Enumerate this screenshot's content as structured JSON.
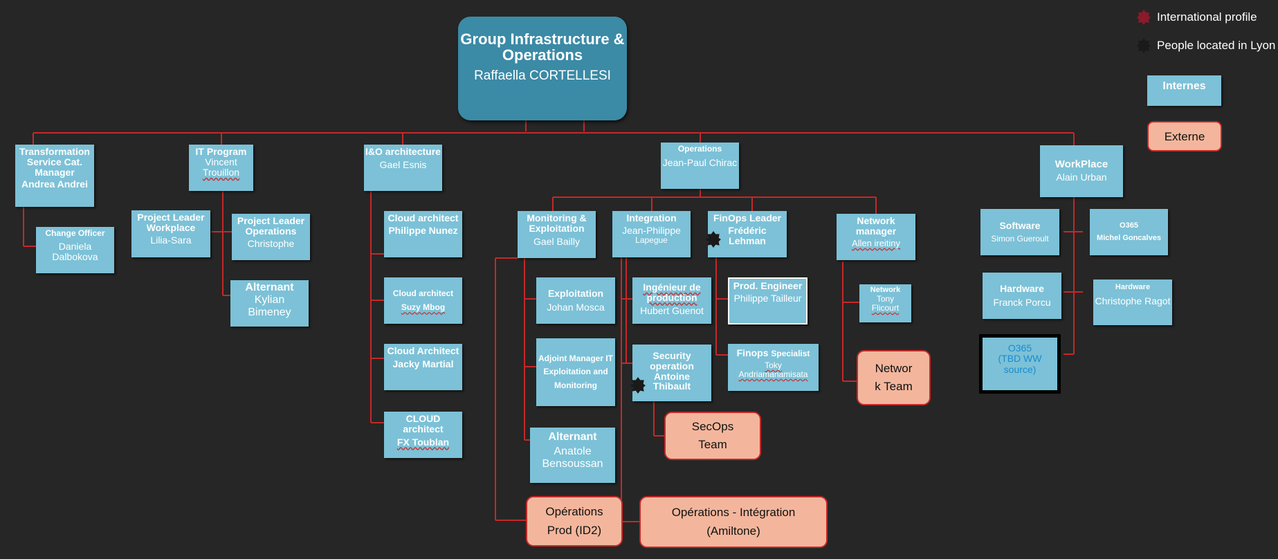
{
  "colors": {
    "background": "#262626",
    "internal": "#7cc1d7",
    "root": "#3b8aa6",
    "external": "#f3b69c",
    "line": "#c62828"
  },
  "legend": {
    "international": "International profile",
    "lyon": "People located in Lyon",
    "internes": "Internes",
    "externe": "Externe"
  },
  "root": {
    "title": "Group Infrastructure & Operations",
    "person": "Raffaella  CORTELLESI"
  },
  "nodes": {
    "transfo": {
      "title": "Transformation Service Cat. Manager",
      "person": "Andrea Andrei"
    },
    "change": {
      "title": "Change Officer",
      "person": "Daniela Dalbokova"
    },
    "itprog": {
      "title": "IT Program",
      "person1": "Vincent",
      "person2": "Trouillon"
    },
    "plw": {
      "title": "Project Leader Workplace",
      "person": "Lilia-Sara"
    },
    "plo": {
      "title": "Project Leader Operations",
      "person": "Christophe"
    },
    "alt1": {
      "title": "Alternant",
      "person": "Kylian Bimeney"
    },
    "io": {
      "title": "I&O architecture",
      "person": "Gael Esnis"
    },
    "cloud1": {
      "title": "Cloud architect",
      "person": "Philippe Nunez"
    },
    "cloud2": {
      "title": "Cloud architect",
      "person": "Suzy Mbog"
    },
    "cloud3": {
      "title": "Cloud Architect",
      "person": "Jacky Martial"
    },
    "cloud4": {
      "title": "CLOUD architect",
      "person": "FX Toublan"
    },
    "ops": {
      "title": "Operations",
      "person": "Jean-Paul Chirac"
    },
    "mon": {
      "title": "Monitoring & Exploitation",
      "person": "Gael Bailly"
    },
    "exploit": {
      "title": "Exploitation",
      "person": "Johan  Mosca"
    },
    "adjoint": {
      "title": "Adjoint Manager IT Exploitation and Monitoring"
    },
    "alt2": {
      "title": "Alternant",
      "person": "Anatole Bensoussan"
    },
    "integ": {
      "title": "Integration",
      "person1": "Jean-Philippe",
      "person2": "Lapegue"
    },
    "ingprod": {
      "title": "Ingénieur de production",
      "person": "Hubert Guenot"
    },
    "secop": {
      "title": "Security operation",
      "person": "Antoine Thibault"
    },
    "finops": {
      "title": "FinOps Leader",
      "person": "Frédéric Lehman"
    },
    "prodeng": {
      "title": "Prod. Engineer",
      "person": "Philippe Tailleur"
    },
    "finspec": {
      "title_a": "Finops",
      "title_b": "Specialist",
      "person1": "Toky",
      "person2": "Andriamanamisata"
    },
    "netmgr": {
      "title": "Network manager",
      "person": "Allen ireitiny"
    },
    "network": {
      "title": "Network",
      "person1": "Tony",
      "person2": "Flicourt"
    },
    "workplace": {
      "title": "WorkPlace",
      "person": "Alain Urban"
    },
    "software": {
      "title": "Software",
      "person": "Simon Gueroult"
    },
    "o365a": {
      "title": "O365",
      "person": "Michel Goncalves"
    },
    "hardware1": {
      "title": "Hardware",
      "person": "Franck Porcu"
    },
    "hardware2": {
      "title": "Hardware",
      "person": "Christophe Ragot"
    },
    "o365b": {
      "line1": "O365",
      "line2": "(TBD WW source)"
    }
  },
  "externals": {
    "networkTeam": {
      "line1": "Networ",
      "line2": "k Team"
    },
    "secopsTeam": {
      "line1": "SecOps",
      "line2": "Team"
    },
    "opsProd": {
      "line1": "Opérations",
      "line2": "Prod (ID2)"
    },
    "opsInteg": {
      "line1": "Opérations - Intégration",
      "line2": "(Amiltone)"
    }
  },
  "icons": {
    "international": "red-star-badge-icon",
    "lyon": "black-star-badge-icon"
  }
}
